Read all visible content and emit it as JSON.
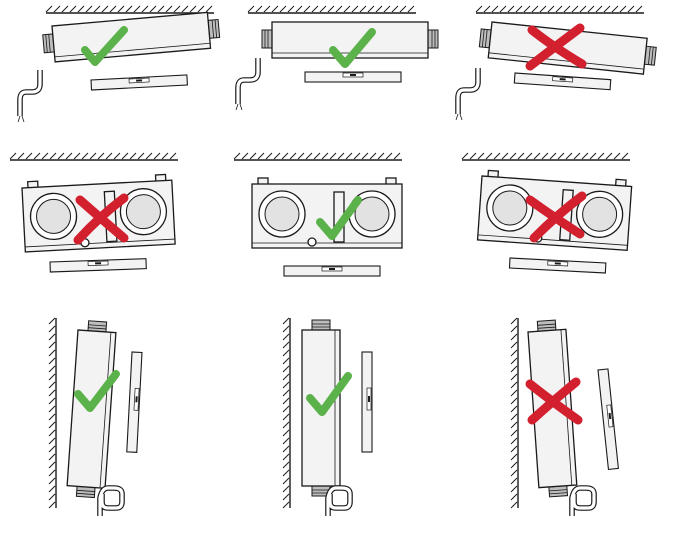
{
  "panels": [
    {
      "id": "ceiling-tilt-drain-side",
      "orientation": "ceiling",
      "verdict": "correct",
      "mark_color": "#5cb24a"
    },
    {
      "id": "ceiling-level",
      "orientation": "ceiling",
      "verdict": "correct",
      "mark_color": "#5cb24a"
    },
    {
      "id": "ceiling-tilt-away",
      "orientation": "ceiling",
      "verdict": "incorrect",
      "mark_color": "#d3202f"
    },
    {
      "id": "end-view-tilt-left",
      "orientation": "end-view",
      "verdict": "incorrect",
      "mark_color": "#d3202f"
    },
    {
      "id": "end-view-level",
      "orientation": "end-view",
      "verdict": "correct",
      "mark_color": "#5cb24a"
    },
    {
      "id": "end-view-tilt-right",
      "orientation": "end-view",
      "verdict": "incorrect",
      "mark_color": "#d3202f"
    },
    {
      "id": "wall-tilt-drain-side",
      "orientation": "wall",
      "verdict": "correct",
      "mark_color": "#5cb24a"
    },
    {
      "id": "wall-plumb",
      "orientation": "wall",
      "verdict": "correct",
      "mark_color": "#5cb24a"
    },
    {
      "id": "wall-tilt-away",
      "orientation": "wall",
      "verdict": "incorrect",
      "mark_color": "#d3202f"
    }
  ],
  "icons": {
    "correct": "check-icon",
    "incorrect": "cross-icon"
  },
  "colors": {
    "line": "#1a1a1a",
    "body": "#f3f3f3",
    "duct": "#bdbdbd"
  }
}
